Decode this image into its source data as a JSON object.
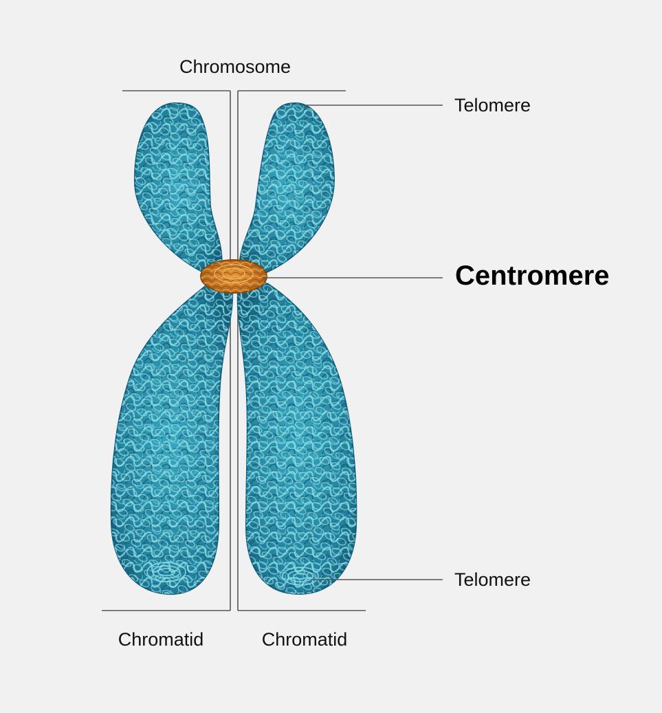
{
  "diagram": {
    "labels": {
      "chromosome": "Chromosome",
      "telomere_top": "Telomere",
      "centromere": "Centromere",
      "telomere_bottom": "Telomere",
      "chromatid_left": "Chromatid",
      "chromatid_right": "Chromatid"
    },
    "colors": {
      "background": "#f1f1f1",
      "chromatid_fill": "#2a8ea6",
      "chromatid_dark": "#0f5d7a",
      "chromatid_light": "#7fd6e2",
      "centromere_fill": "#d9831f",
      "centromere_dark": "#9a5210",
      "lines": "#555555"
    }
  }
}
